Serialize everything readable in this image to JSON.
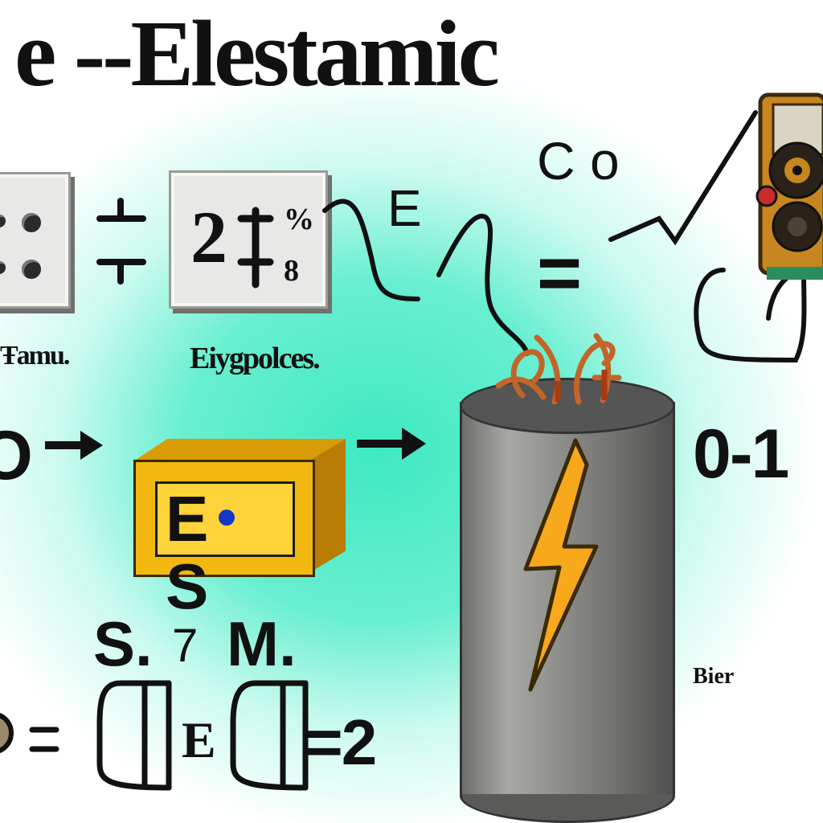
{
  "title": "e --Elestamic",
  "panels": {
    "left_label": "Ŧamu.",
    "center_value": "2",
    "center_label": "Eiygpolces.",
    "center_side_1": "%",
    "center_side_2": "8"
  },
  "labels": {
    "e_wave": "E",
    "co": "C o",
    "equals": "=",
    "zero_one": "0-1",
    "o_left": "O",
    "es_box": "E S",
    "s_mark": "S.",
    "seven_mark": "7",
    "m_mark": "M.",
    "eq_two": "=2",
    "e_bracket": "E",
    "bier": "Bier"
  },
  "colors": {
    "teal": "#34e8be",
    "yellow": "#f2b80f",
    "lightning": "#f7a81b",
    "ink": "#111111",
    "steel": "#8f8f8c",
    "dot": "#1537c8"
  },
  "icons": {
    "knobs": "knob-icon",
    "arrows": "arrow-right-icon",
    "lightning": "lightning-bolt-icon",
    "camera": "speaker-camera-icon",
    "wire": "copper-wire-icon"
  }
}
